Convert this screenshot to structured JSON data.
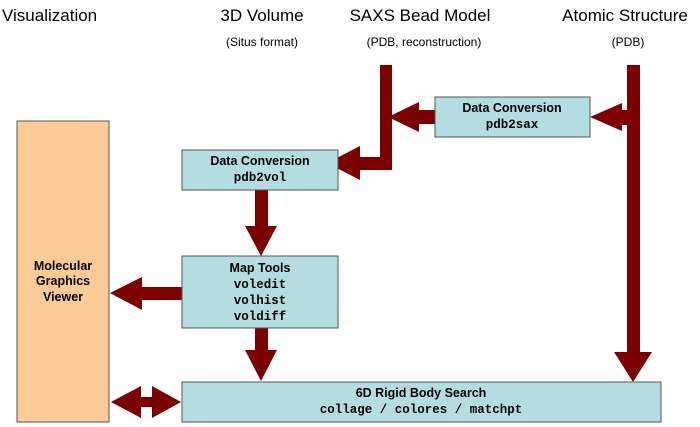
{
  "columns": {
    "visualization": {
      "title": "Visualization"
    },
    "volume": {
      "title": "3D Volume",
      "subtitle": "(Situs format)"
    },
    "saxs": {
      "title": "SAXS Bead Model",
      "subtitle": "(PDB, reconstruction)"
    },
    "atomic": {
      "title": "Atomic Structure",
      "subtitle": "(PDB)"
    }
  },
  "boxes": {
    "pdb2sax": {
      "title": "Data Conversion",
      "tools": [
        "pdb2sax"
      ]
    },
    "pdb2vol": {
      "title": "Data Conversion",
      "tools": [
        "pdb2vol"
      ]
    },
    "map_tools": {
      "title": "Map Tools",
      "tools": [
        "voledit",
        "volhist",
        "voldiff"
      ]
    },
    "search": {
      "title": "6D Rigid Body Search",
      "tools": [
        "collage / colores / matchpt"
      ]
    },
    "viewer": {
      "lines": [
        "Molecular",
        "Graphics",
        "Viewer"
      ]
    }
  },
  "colors": {
    "arrow": "#7b0000",
    "box_fill": "#b4dde2",
    "viewer_fill": "#fccb98",
    "border": "#555555"
  }
}
